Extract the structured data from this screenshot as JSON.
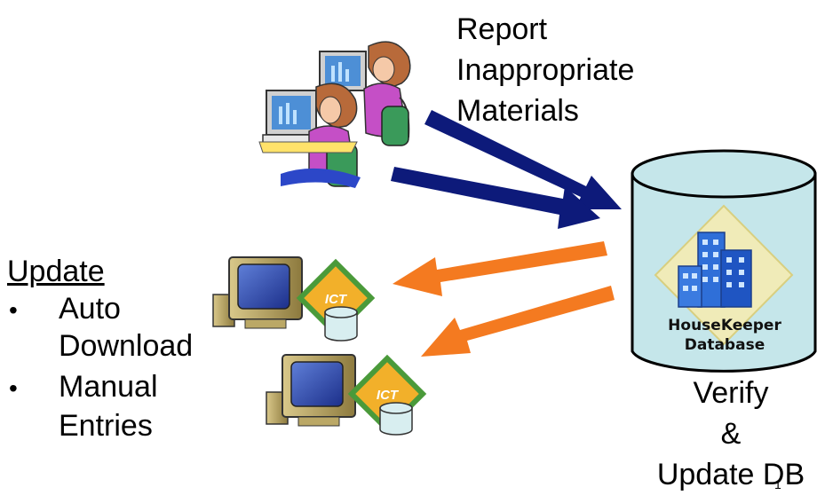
{
  "report_label": [
    "Report",
    "Inappropriate",
    "Materials"
  ],
  "update": {
    "title": "Update",
    "bullets": [
      {
        "marker": "•",
        "lines": [
          "Auto",
          "Download"
        ]
      },
      {
        "marker": "•",
        "lines": [
          "Manual",
          "Entries"
        ]
      }
    ]
  },
  "database": {
    "name_line1": "HouseKeeper",
    "name_line2": "Database"
  },
  "verify_label": [
    "Verify",
    "&",
    "Update DB"
  ],
  "client_logo_text": "ICT",
  "page_number": "1",
  "colors": {
    "report_arrow": "#0d1a7a",
    "update_arrow": "#f47a20",
    "database_fill": "#c5e6ea",
    "logo_green": "#4a9a3a",
    "logo_orange": "#f2b02a"
  }
}
